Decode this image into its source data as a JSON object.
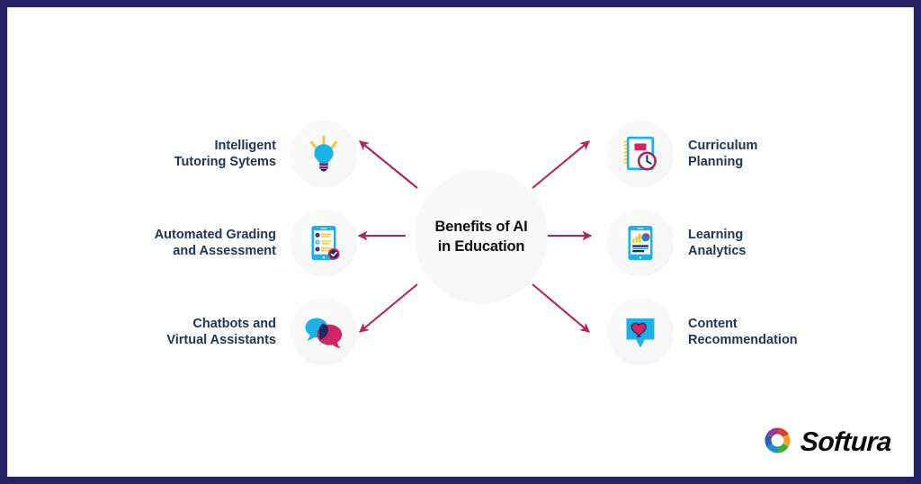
{
  "infographic": {
    "center": {
      "line1": "Benefits of AI",
      "line2": "in Education"
    },
    "left_nodes": [
      {
        "id": "tutoring",
        "label": "Intelligent\nTutoring Sytems",
        "icon": "lightbulb-icon"
      },
      {
        "id": "grading",
        "label": "Automated Grading\nand Assessment",
        "icon": "tablet-checklist-icon"
      },
      {
        "id": "chatbots",
        "label": "Chatbots and\nVirtual Assistants",
        "icon": "speech-bubbles-icon"
      }
    ],
    "right_nodes": [
      {
        "id": "curriculum",
        "label": "Curriculum\nPlanning",
        "icon": "notebook-clock-icon"
      },
      {
        "id": "analytics",
        "label": "Learning\nAnalytics",
        "icon": "tablet-chart-icon"
      },
      {
        "id": "content",
        "label": "Content\nRecommendation",
        "icon": "heart-bubble-icon"
      }
    ],
    "arrows": [
      {
        "name": "arrow-to-tutoring",
        "direction": "up-left"
      },
      {
        "name": "arrow-to-grading",
        "direction": "left"
      },
      {
        "name": "arrow-to-chatbots",
        "direction": "down-left"
      },
      {
        "name": "arrow-to-curriculum",
        "direction": "up-right"
      },
      {
        "name": "arrow-to-analytics",
        "direction": "right"
      },
      {
        "name": "arrow-to-content",
        "direction": "down-right"
      }
    ],
    "logo": {
      "text": "Softura",
      "mark": "aperture-swirl-icon"
    },
    "colors": {
      "frame_border": "#262262",
      "label_text": "#1d3557",
      "center_text": "#111111",
      "arrow": "#b5234f",
      "cyan": "#1ab2e8",
      "pink": "#d62262",
      "navy": "#1b2a60",
      "yellow": "#fdc82f",
      "icon_circle_bg": "#f7f7f8"
    }
  }
}
